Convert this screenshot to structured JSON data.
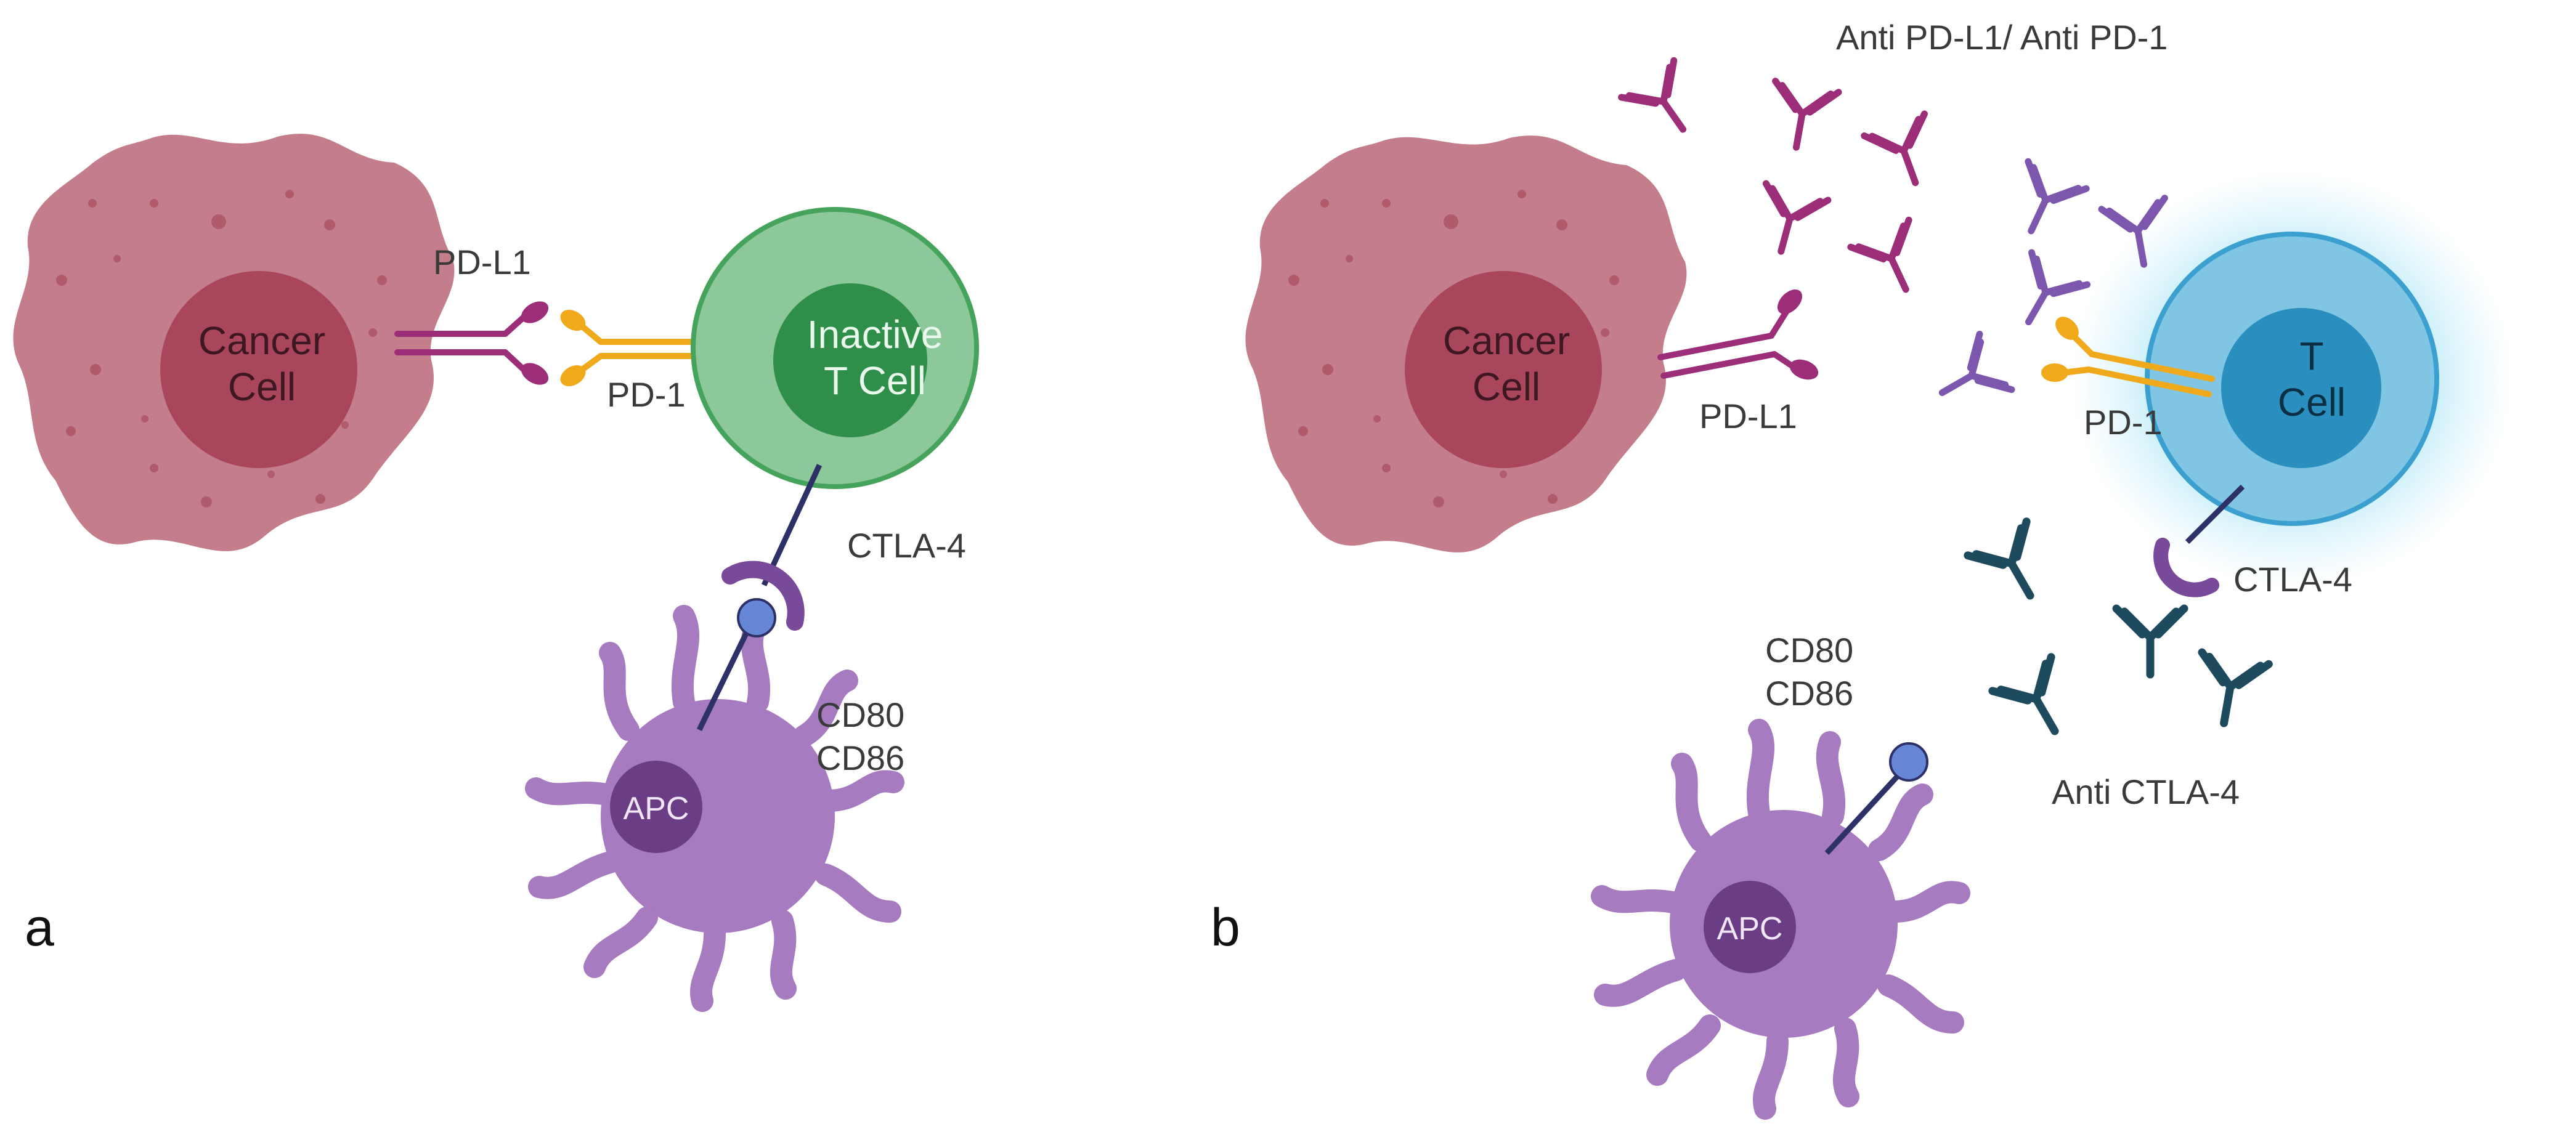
{
  "panels": {
    "a": {
      "letter": "a",
      "cancer_cell": [
        "Cancer",
        "Cell"
      ],
      "t_cell": [
        "Inactive",
        "T Cell"
      ],
      "apc": "APC",
      "pd_l1": "PD-L1",
      "pd_1": "PD-1",
      "ctla_4": "CTLA-4",
      "cd80": "CD80",
      "cd86": "CD86"
    },
    "b": {
      "letter": "b",
      "cancer_cell": [
        "Cancer",
        "Cell"
      ],
      "t_cell": [
        "T",
        "Cell"
      ],
      "apc": "APC",
      "pd_l1": "PD-L1",
      "pd_1": "PD-1",
      "ctla_4": "CTLA-4",
      "cd80": "CD80",
      "cd86": "CD86",
      "anti_pd": "Anti PD-L1/ Anti PD-1",
      "anti_ctla": "Anti CTLA-4"
    }
  },
  "colors": {
    "cancer_outer": "#c47d8b",
    "cancer_nucleus": "#a9465c",
    "cancer_dots": "#b05a6c",
    "t_inactive_outer": "#8cc89a",
    "t_inactive_inner": "#2f8f4a",
    "t_inactive_stroke": "#45a35c",
    "t_active_outer": "#80c6e4",
    "t_active_inner": "#2a8fbe",
    "t_active_stroke": "#3b9fcf",
    "apc_outer": "#a77bbf",
    "apc_nucleus": "#6b3d85",
    "pd_l1": "#9c2d78",
    "pd_1": "#f0a91a",
    "ctla4": "#7a4a9a",
    "cd80_ball": "#6686d6",
    "stalk": "#2d3168",
    "anti_pd_l1": "#9c2d78",
    "anti_pd_1": "#7d56ae",
    "anti_ctla4": "#1d4a5c"
  }
}
